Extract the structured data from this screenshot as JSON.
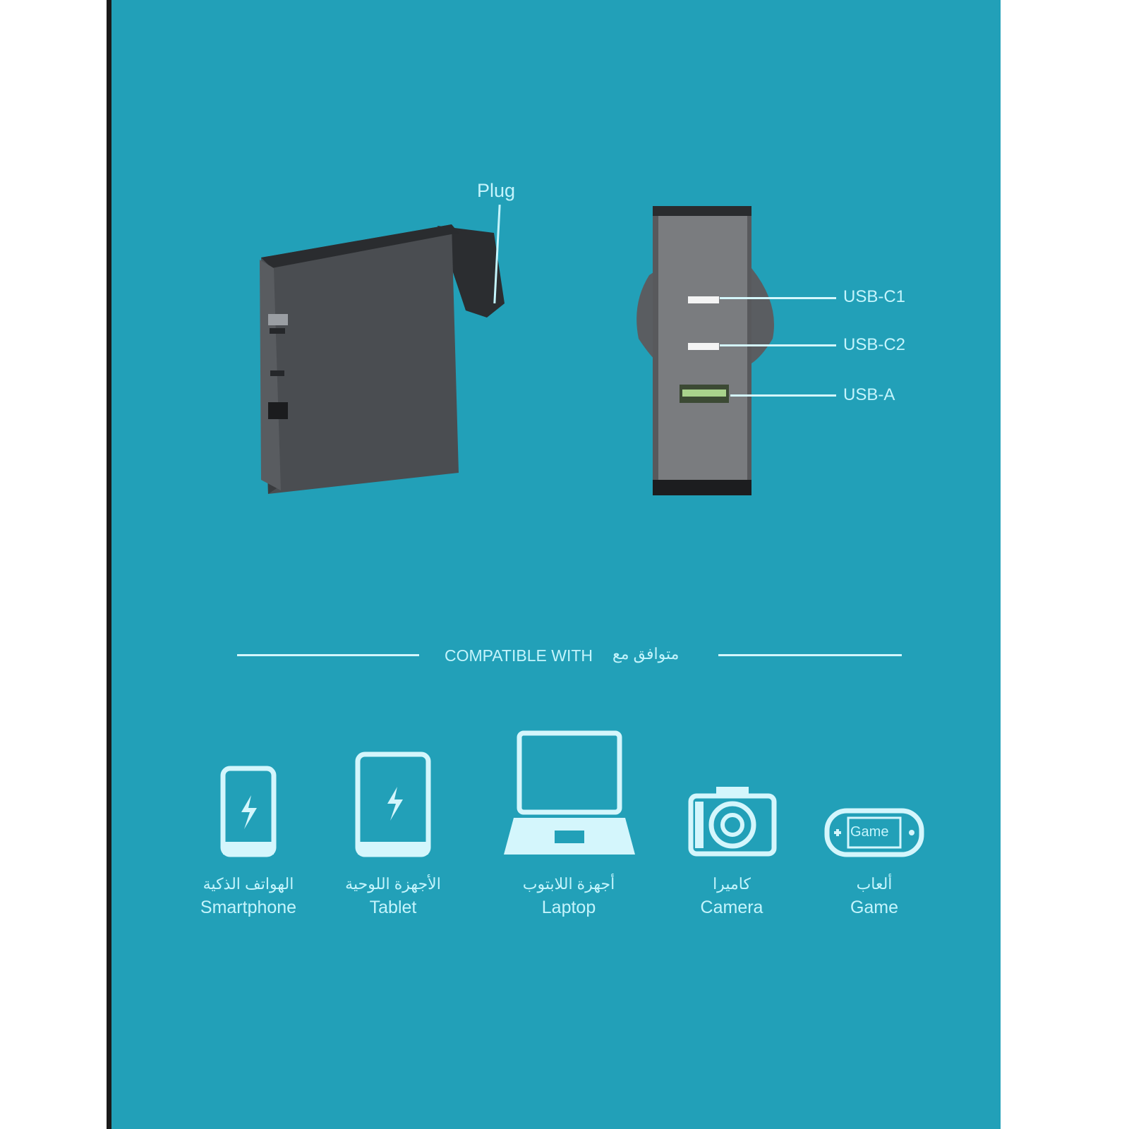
{
  "callouts": {
    "plug": "Plug",
    "usb_c1": "USB-C1",
    "usb_c2": "USB-C2",
    "usb_a": "USB-A"
  },
  "compatible": {
    "en": "COMPATIBLE WITH",
    "ar": "متوافق مع"
  },
  "devices": [
    {
      "icon": "smartphone-icon",
      "ar": "الهواتف الذكية",
      "en": "Smartphone"
    },
    {
      "icon": "tablet-icon",
      "ar": "الأجهزة اللوحية",
      "en": "Tablet"
    },
    {
      "icon": "laptop-icon",
      "ar": "أجهزة اللابتوب",
      "en": "Laptop"
    },
    {
      "icon": "camera-icon",
      "ar": "كاميرا",
      "en": "Camera"
    },
    {
      "icon": "game-console-icon",
      "ar": "ألعاب",
      "en": "Game",
      "badge": "Game"
    }
  ],
  "colors": {
    "background": "#22a0b8",
    "accent": "#c4f4fc"
  }
}
